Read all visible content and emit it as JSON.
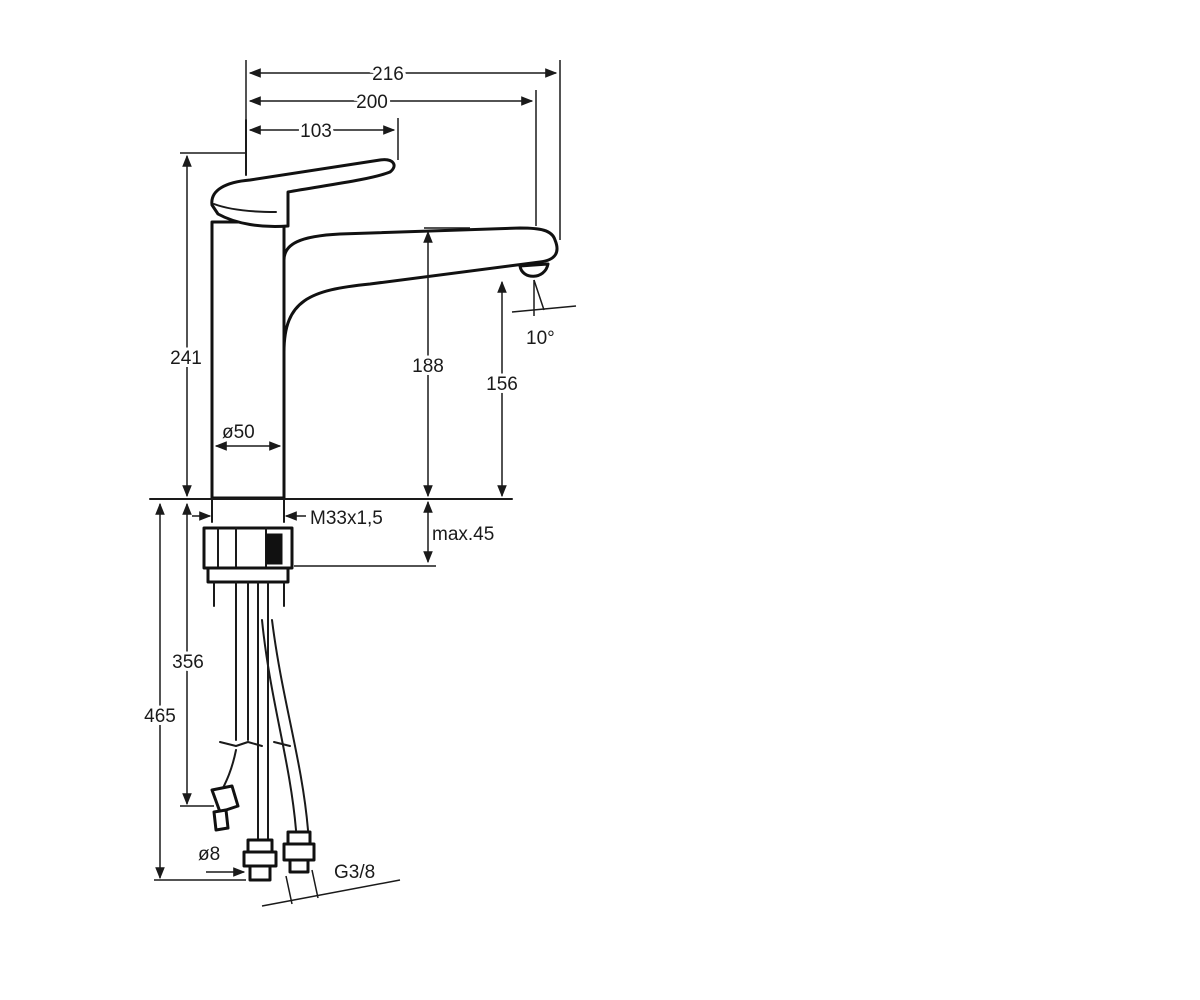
{
  "dimensions": {
    "overall_width": "216",
    "spout_reach": "200",
    "handle_length": "103",
    "total_height": "241",
    "spout_height": "188",
    "outlet_height": "156",
    "body_diameter": "ø50",
    "mount_thread": "M33x1,5",
    "max_thickness": "max.45",
    "hose_length": "356",
    "overall_depth": "465",
    "hose_diameter": "ø8",
    "connection_thread": "G3/8",
    "spray_angle": "10°"
  },
  "colors": {
    "line": "#1a1a1a",
    "background": "#ffffff"
  }
}
